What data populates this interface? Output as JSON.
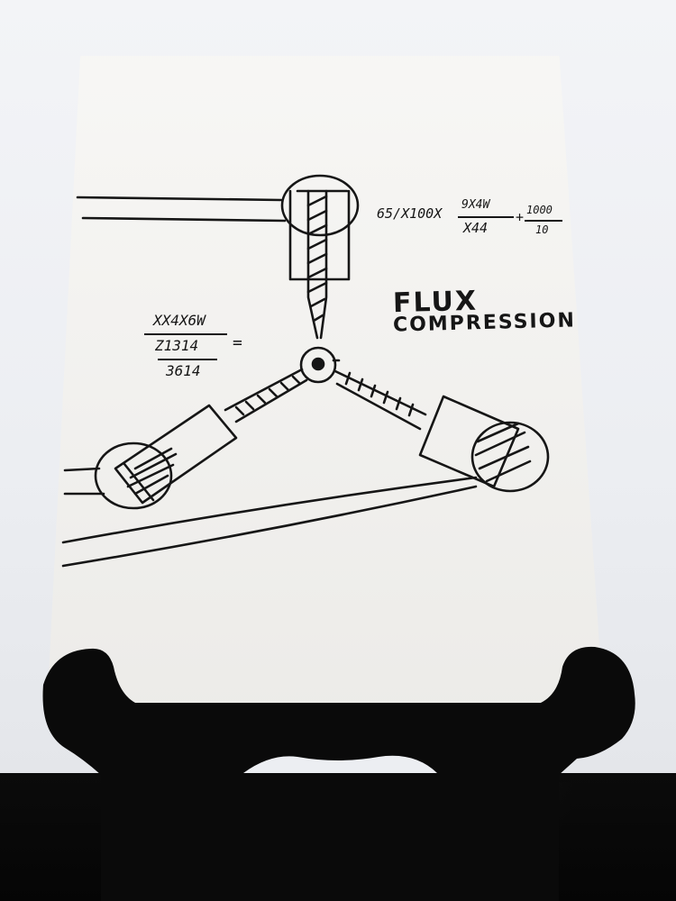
{
  "sketch": {
    "title_line1": "FLUX",
    "title_line2": "COMPRESSION",
    "equation_right": {
      "term": "65/X100X",
      "numerator": "9X4W",
      "denominator": "X44",
      "plus": "+",
      "frac2_numerator": "1000",
      "frac2_denominator": "10"
    },
    "equation_left": {
      "top": "XX4X6W",
      "middle": "Z1314",
      "equals": "=",
      "bottom": "3614"
    }
  },
  "colors": {
    "ink": "#161616",
    "paper": "#f4f3f0",
    "stand": "#0a0a0a",
    "wall": "#eef0f3"
  }
}
